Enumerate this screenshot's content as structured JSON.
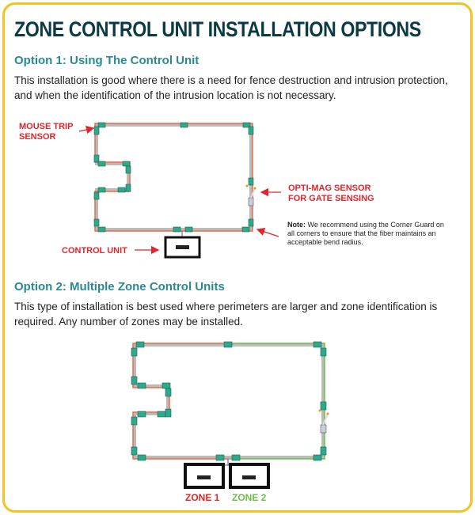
{
  "title": "ZONE CONTROL UNIT INSTALLATION OPTIONS",
  "option1": {
    "heading": "Option 1: Using The Control Unit",
    "description": "This installation is good where there is a need for fence destruction and intrusion protection, and when the identification of the intrusion location is not necessary.",
    "labels": {
      "mouse_trip": "MOUSE TRIP SENSOR",
      "opti_mag": "OPTI-MAG SENSOR FOR GATE SENSING",
      "control_unit": "CONTROL UNIT"
    },
    "note_bold": "Note:",
    "note_text": " We recommend using the Corner Guard on all corners to ensure that the fiber maintains an acceptable bend radius."
  },
  "option2": {
    "heading": "Option 2: Multiple Zone Control Units",
    "description": "This type of installation is best used where perimeters are larger and zone identification is required. Any number of zones may be installed.",
    "zones": [
      {
        "label": "ZONE 1",
        "color": "#e0262b"
      },
      {
        "label": "ZONE 2",
        "color": "#6cbf45"
      }
    ]
  },
  "colors": {
    "border": "#f6c21c",
    "title": "#0c3a44",
    "heading": "#2a8a93",
    "fiber_red": "#ef6a45",
    "fiber_green": "#6cbf45",
    "sensor": "#2bab8c"
  }
}
